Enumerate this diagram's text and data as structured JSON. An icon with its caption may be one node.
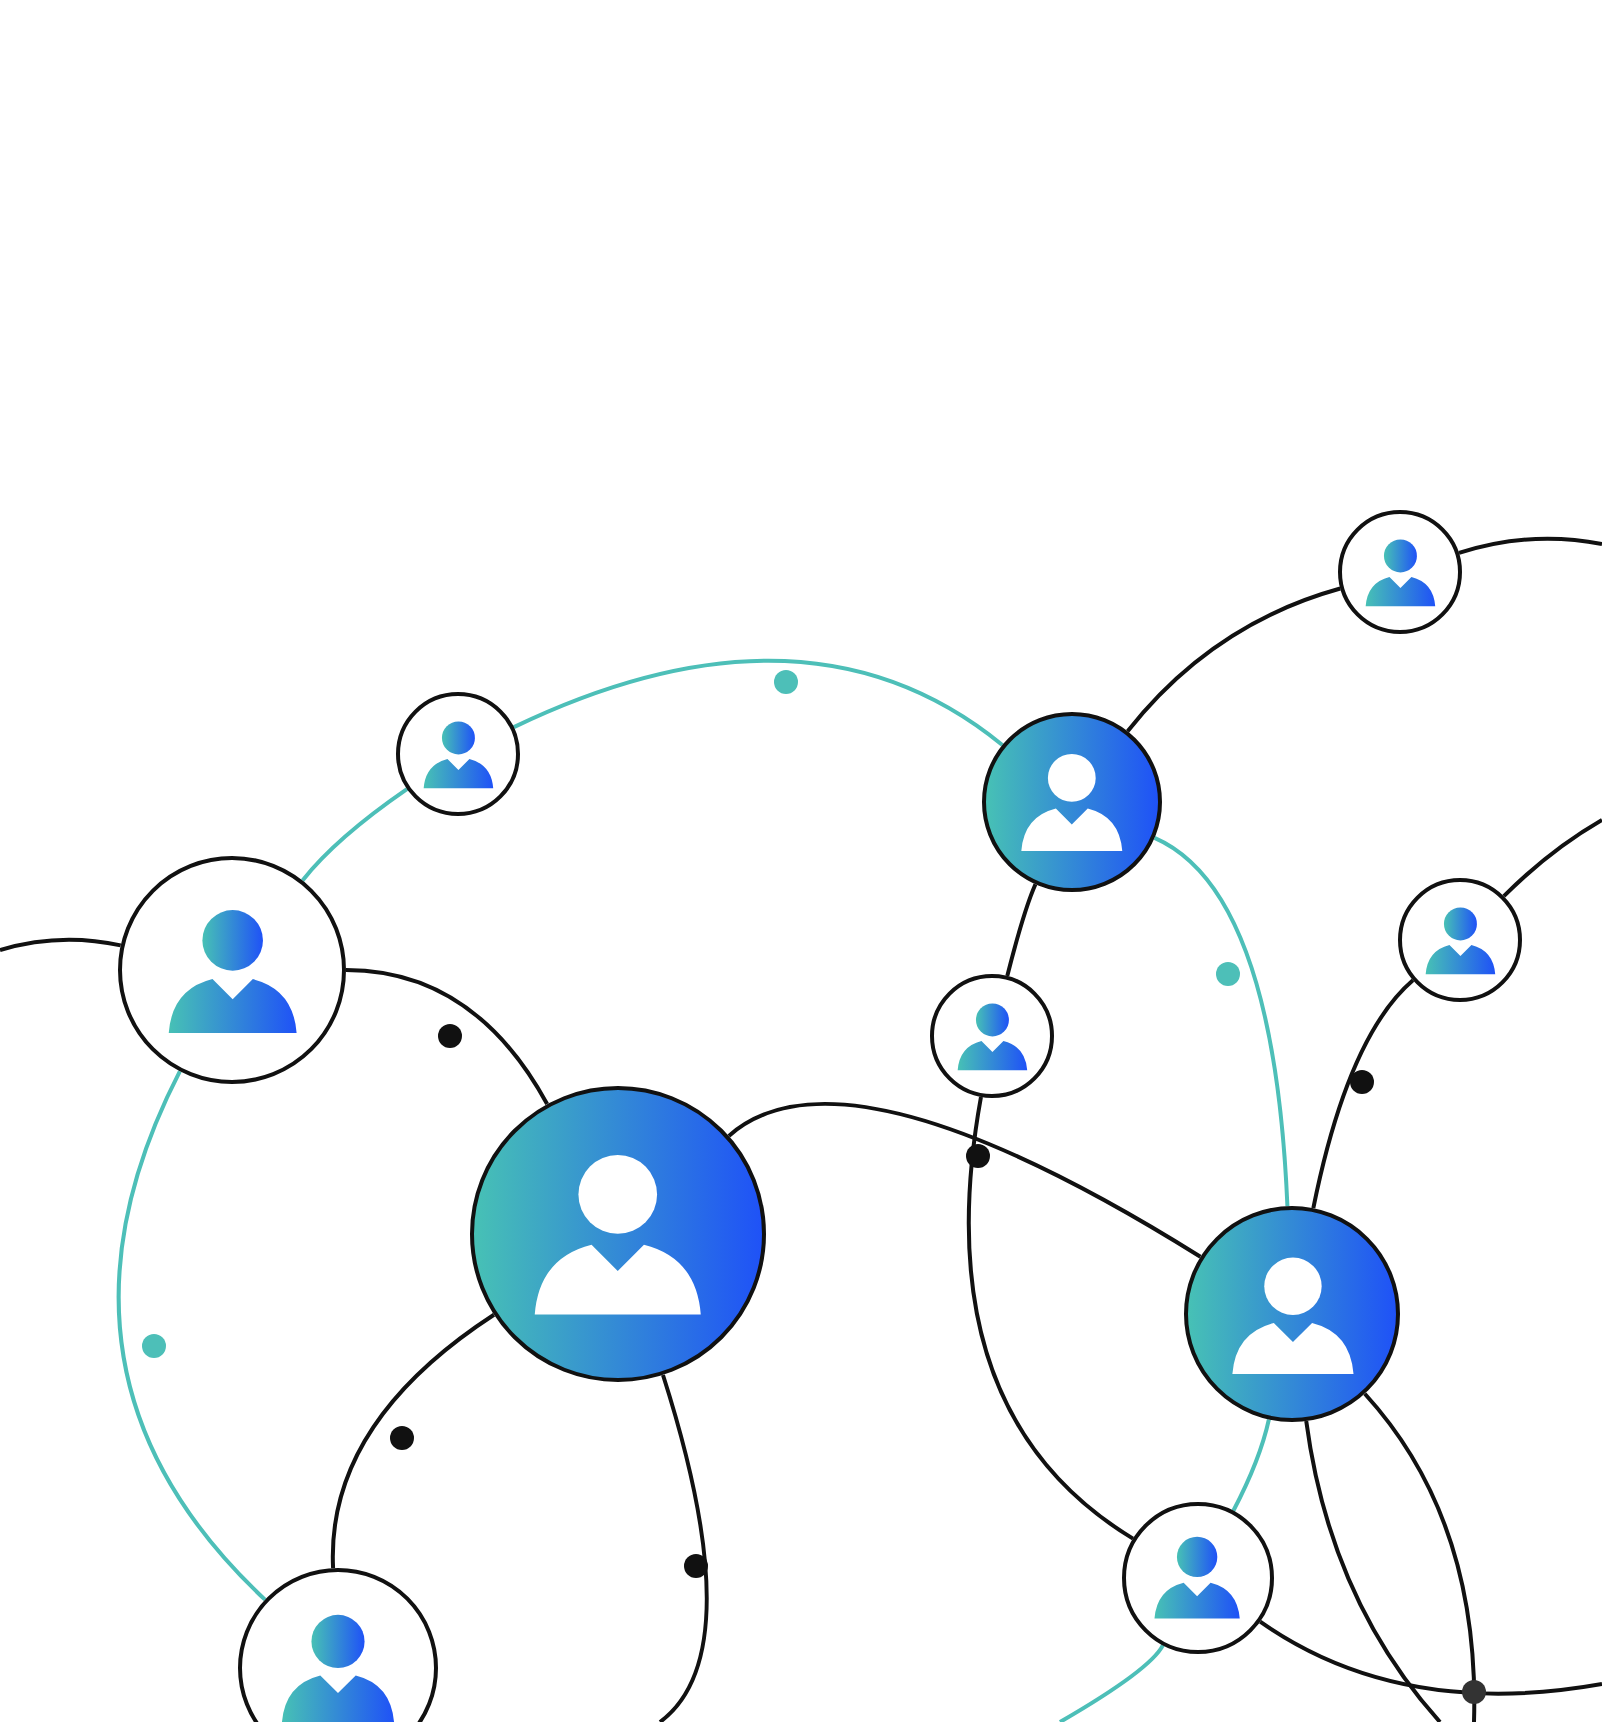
{
  "diagram": {
    "nodes": [
      {
        "text": [],
        "shape": "person"
      },
      {
        "text": [],
        "shape": "person"
      },
      {
        "text": [],
        "shape": "person"
      },
      {
        "text": [],
        "shape": "person"
      },
      {
        "text": [],
        "shape": "person"
      },
      {
        "text": [],
        "shape": "person"
      },
      {
        "text": [],
        "shape": "person"
      },
      {
        "text": [],
        "shape": "person"
      },
      {
        "text": [],
        "shape": "person"
      },
      {
        "text": [],
        "shape": "person"
      }
    ],
    "edges": [
      {
        "from": null,
        "to": 3,
        "arrow": "none"
      },
      {
        "from": 3,
        "to": 6,
        "arrow": "none"
      },
      {
        "from": 6,
        "to": 9,
        "arrow": "none"
      },
      {
        "from": 6,
        "to": null,
        "arrow": "none"
      },
      {
        "from": 6,
        "to": 7,
        "arrow": "none"
      },
      {
        "from": 5,
        "to": 2,
        "arrow": "none"
      },
      {
        "from": 5,
        "to": 8,
        "arrow": "none"
      },
      {
        "from": 2,
        "to": 0,
        "arrow": "none"
      },
      {
        "from": 0,
        "to": null,
        "arrow": "none"
      },
      {
        "from": 4,
        "to": null,
        "arrow": "none"
      },
      {
        "from": 4,
        "to": 7,
        "arrow": "none"
      },
      {
        "from": 7,
        "to": null,
        "arrow": "none"
      },
      {
        "from": 7,
        "to": null,
        "arrow": "none"
      },
      {
        "from": 8,
        "to": null,
        "arrow": "none"
      },
      {
        "from": 3,
        "to": 1,
        "arrow": "none",
        "color": "#4dbfb8"
      },
      {
        "from": 1,
        "to": 2,
        "arrow": "none",
        "color": "#4dbfb8"
      },
      {
        "from": 2,
        "to": 7,
        "arrow": "none",
        "color": "#4dbfb8"
      },
      {
        "from": 7,
        "to": 8,
        "arrow": "none",
        "color": "#4dbfb8"
      },
      {
        "from": 8,
        "to": null,
        "arrow": "none",
        "color": "#4dbfb8"
      },
      {
        "from": 3,
        "to": 9,
        "arrow": "none",
        "color": "#4dbfb8"
      }
    ]
  }
}
